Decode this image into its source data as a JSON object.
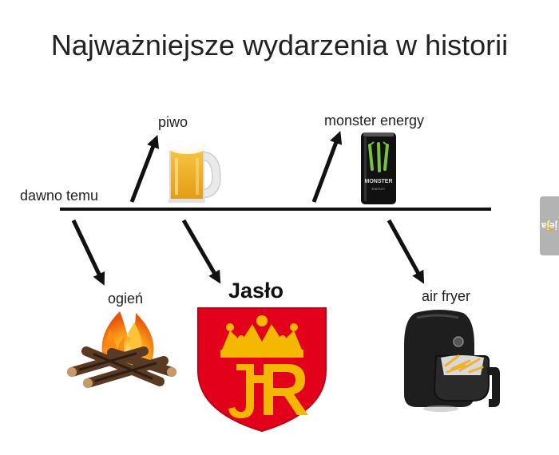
{
  "title": "Najważniejsze wydarzenia w historii",
  "start_label": "dawno temu",
  "events_above": [
    {
      "label": "piwo",
      "icon": "beer-mug-icon"
    },
    {
      "label": "monster energy",
      "icon": "energy-drink-can-icon"
    }
  ],
  "events_below": [
    {
      "label": "ogień",
      "icon": "campfire-icon"
    },
    {
      "label": "Jasło",
      "icon": "jaslo-coat-of-arms-icon"
    },
    {
      "label": "air fryer",
      "icon": "air-fryer-icon"
    }
  ],
  "can_text": {
    "brand": "MONSTER",
    "sub": "ENERGY"
  },
  "watermark": {
    "prefix": "jeja",
    "suffix": ".pl"
  },
  "colors": {
    "line": "#111111",
    "shield_red": "#e2001a",
    "crown_gold": "#f5b700",
    "monster_green": "#7ac143"
  }
}
